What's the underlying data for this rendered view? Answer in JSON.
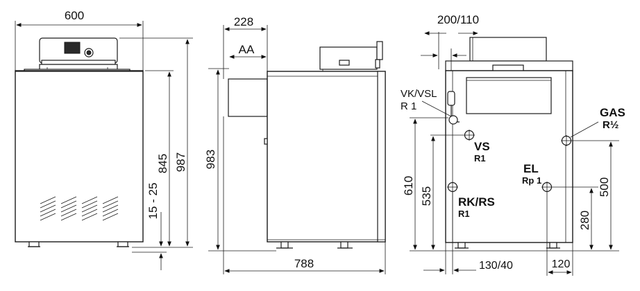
{
  "views": {
    "front": {
      "dim_width": "600",
      "dim_height_body": "845",
      "dim_height_total": "987",
      "dim_feet": "15 - 25"
    },
    "side": {
      "dim_top_depth": "228",
      "dim_flue": "AA",
      "dim_height": "983",
      "dim_depth": "788"
    },
    "rear": {
      "dim_top_offset": "200/110",
      "conn_vk_label": "VK/VSL",
      "conn_vk_size": "R 1",
      "conn_vs_label": "VS",
      "conn_vs_size": "R1",
      "conn_rk_label": "RK/RS",
      "conn_rk_size": "R1",
      "conn_el_label": "EL",
      "conn_el_size": "Rp 1",
      "conn_gas_label": "GAS",
      "conn_gas_size": "R½",
      "dim_610": "610",
      "dim_535": "535",
      "dim_500": "500",
      "dim_280": "280",
      "dim_130_40": "130/40",
      "dim_120": "120"
    }
  }
}
